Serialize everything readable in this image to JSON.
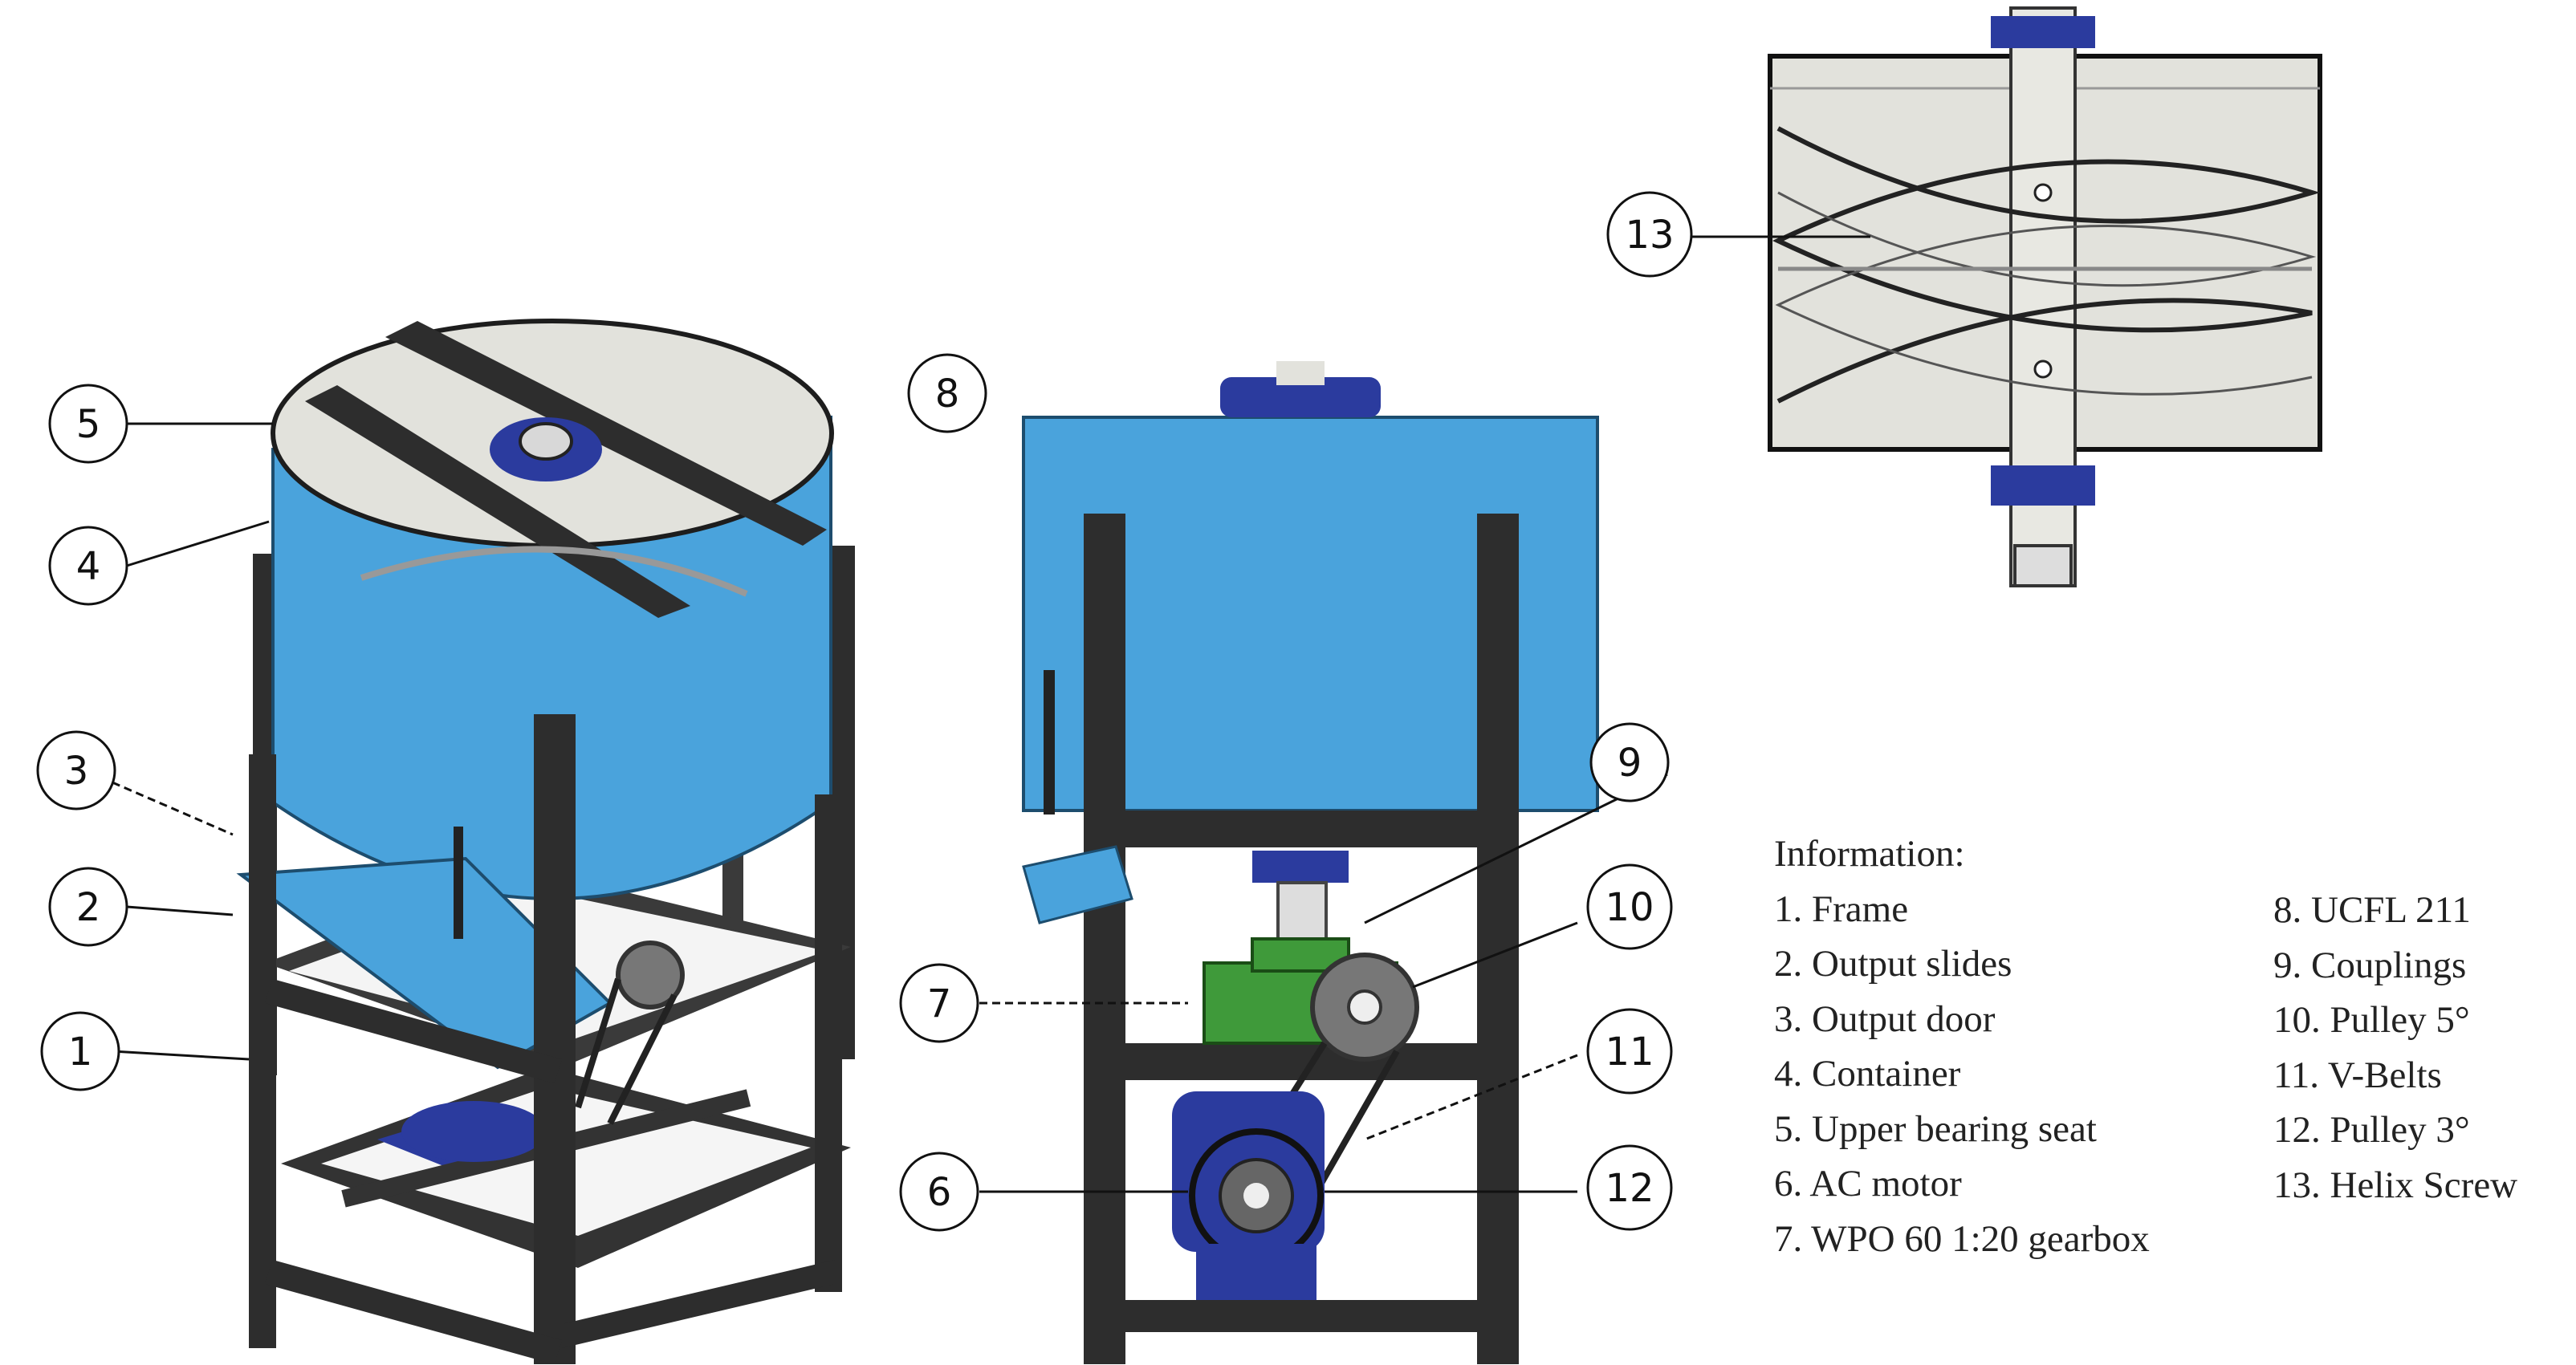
{
  "callouts": [
    "1",
    "2",
    "3",
    "4",
    "5",
    "6",
    "7",
    "8",
    "9",
    "10",
    "11",
    "12",
    "13"
  ],
  "legend": {
    "title": "Information:",
    "left_items": [
      "1. Frame",
      "2. Output slides",
      "3. Output door",
      "4. Container",
      "5. Upper bearing seat",
      "6. AC motor",
      "7. WPO 60 1:20 gearbox"
    ],
    "right_items": [
      "8. UCFL 211",
      "9. Couplings",
      "10. Pulley 5°",
      "11. V-Belts",
      "12. Pulley 3°",
      "13. Helix Screw"
    ]
  },
  "colors": {
    "container_blue": "#4aa3dc",
    "frame": "#2d2d2d",
    "motor_blue": "#2b3b9e",
    "gearbox_green": "#3f9a3a",
    "interior": "#e2e2dc"
  }
}
